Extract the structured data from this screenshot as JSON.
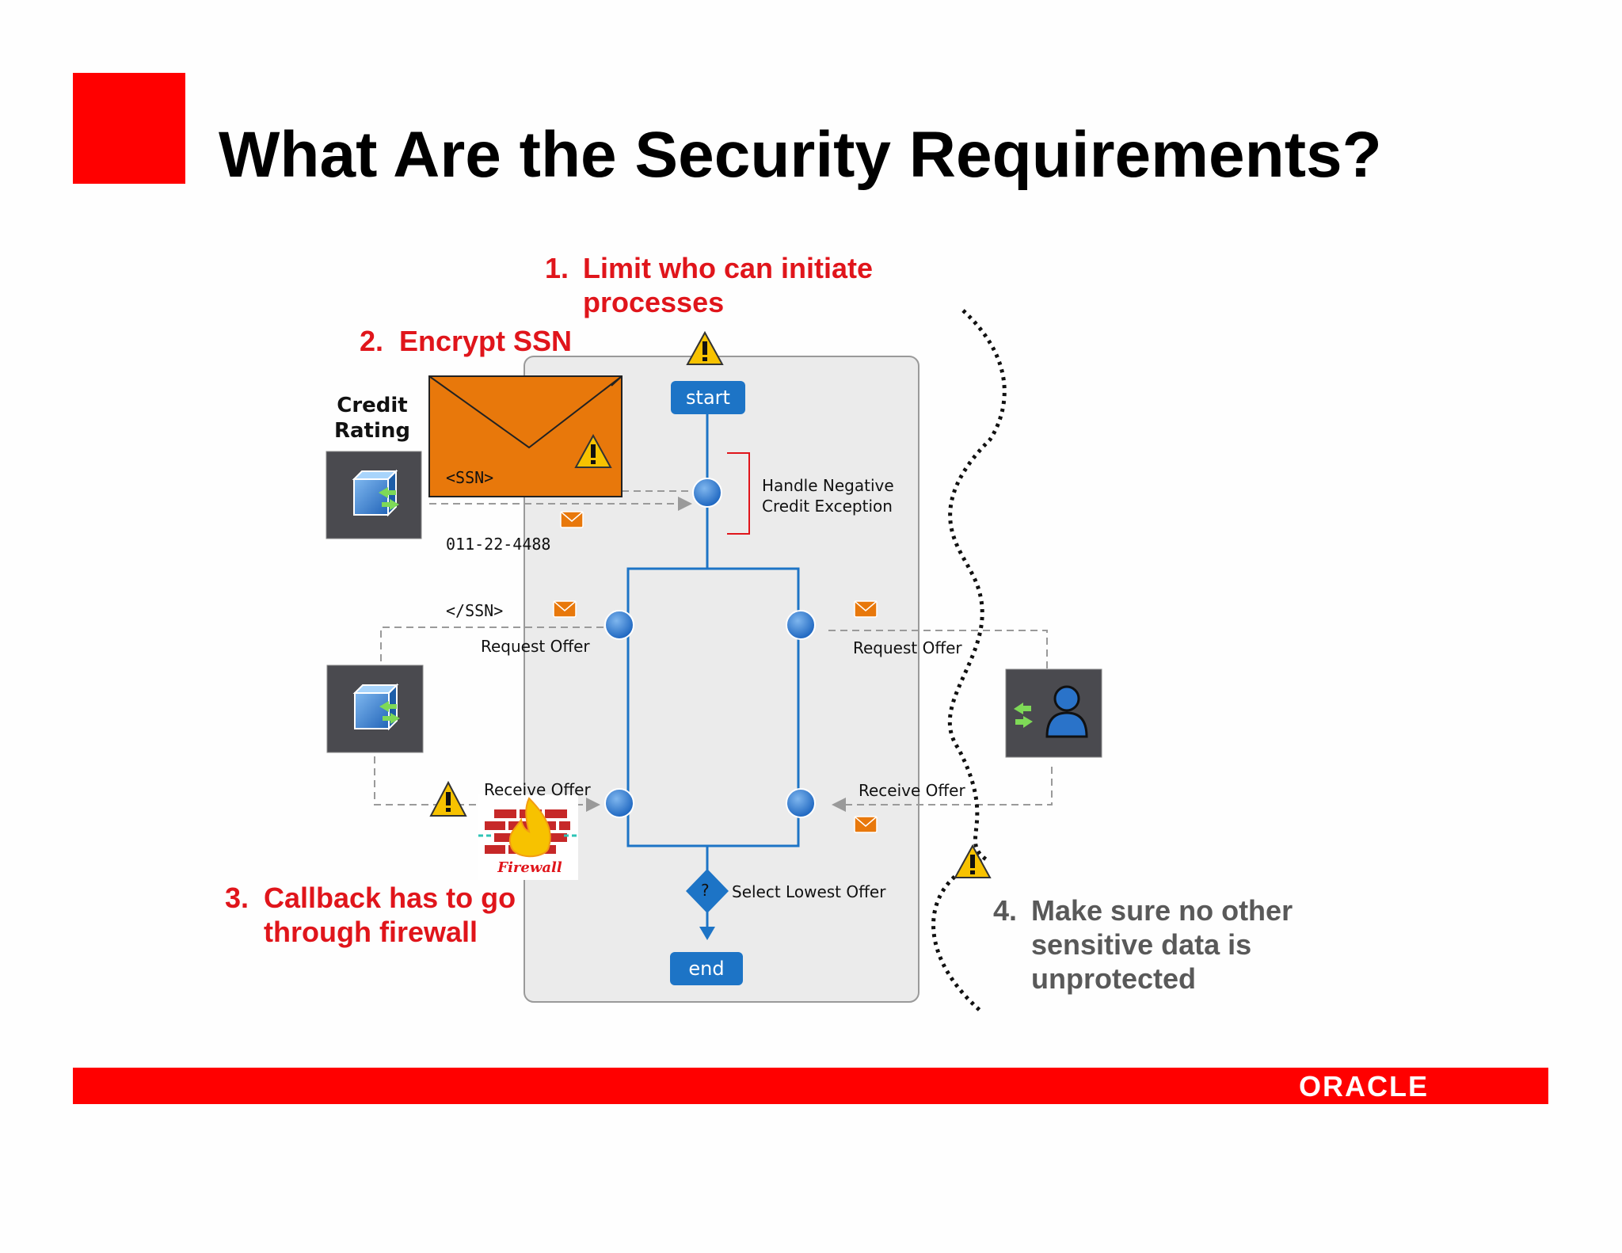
{
  "slide": {
    "title": "What Are the Security Requirements?",
    "brand_color": "#ff0000",
    "logo_text": "ORACLE"
  },
  "requirements": [
    {
      "number": "1.",
      "lines": [
        "Limit who can initiate",
        "processes"
      ],
      "color": "#e0151b"
    },
    {
      "number": "2.",
      "lines": [
        "Encrypt SSN"
      ],
      "color": "#e0151b"
    },
    {
      "number": "3.",
      "lines": [
        "Callback has to go",
        "through firewall"
      ],
      "color": "#e0151b"
    },
    {
      "number": "4.",
      "lines": [
        "Make sure no other",
        "sensitive data is",
        "unprotected"
      ],
      "color": "#595959"
    }
  ],
  "diagram": {
    "credit_rating_label": [
      "Credit",
      "Rating"
    ],
    "ssn_message": [
      "<SSN>",
      "011-22-4488",
      "</SSN>"
    ],
    "start_label": "start",
    "end_label": "end",
    "handle_exception_label": [
      "Handle Negative",
      "Credit Exception"
    ],
    "request_offer_left": "Request Offer",
    "request_offer_right": "Request Offer",
    "receive_offer_left": "Receive Offer",
    "receive_offer_right": "Receive Offer",
    "select_lowest_offer": "Select Lowest Offer",
    "decision_symbol": "?",
    "firewall_label": "Firewall",
    "icons": [
      "warning-icon",
      "envelope-icon",
      "service-cube-icon",
      "user-service-icon",
      "firewall-icon"
    ],
    "colors": {
      "node": "#1d74c6",
      "envelope": "#e8780b",
      "service_box": "#4a4a4f",
      "warning": "#f7c200"
    }
  }
}
